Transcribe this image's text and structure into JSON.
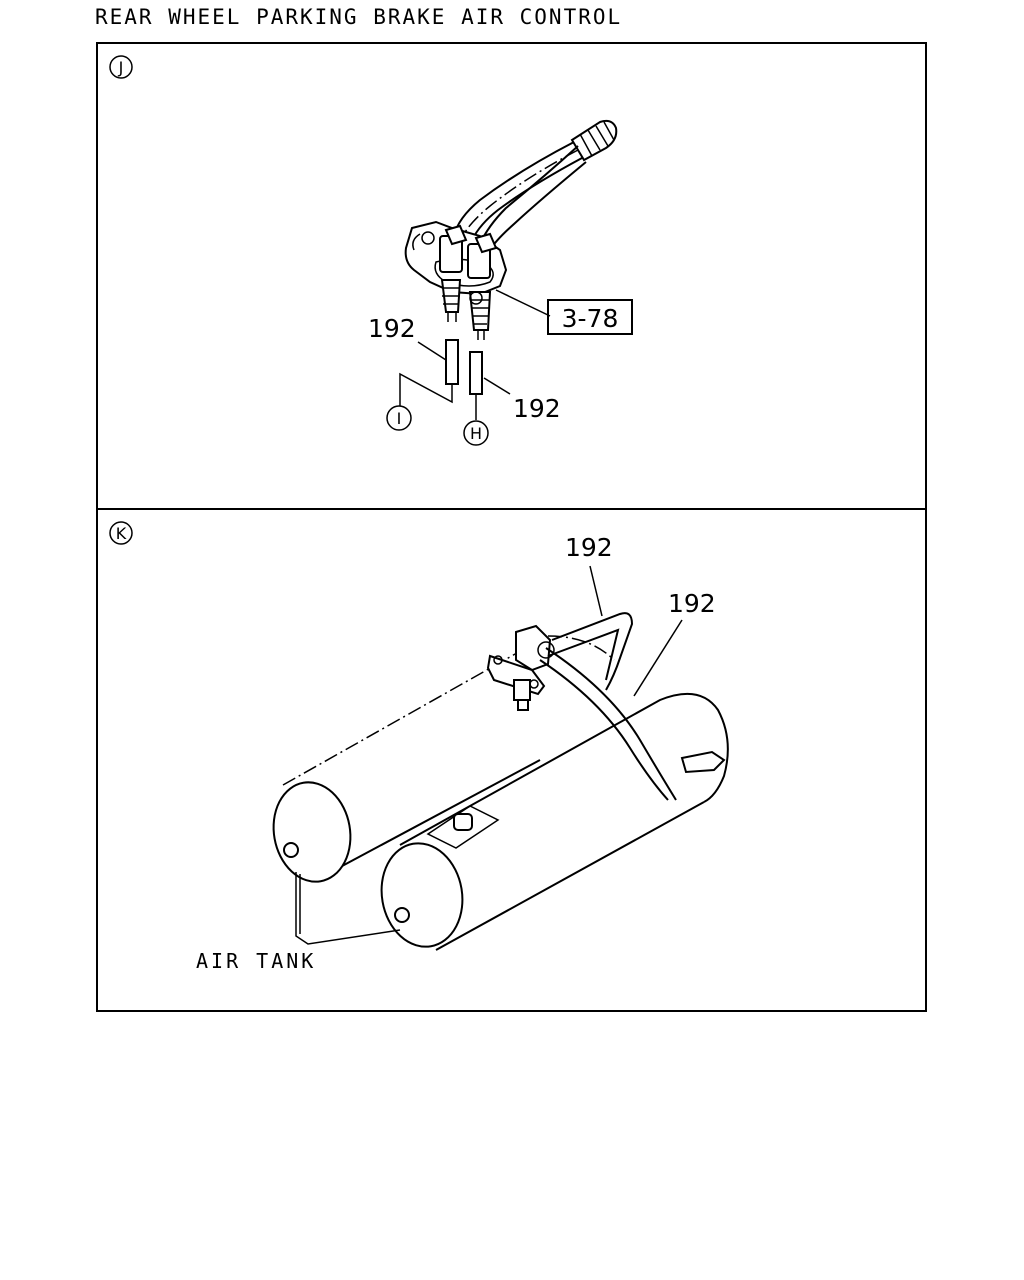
{
  "title": "REAR WHEEL PARKING BRAKE AIR CONTROL",
  "panel_j": {
    "section_marker": "J",
    "ref_box": "3-78",
    "callout_left": "192",
    "callout_right": "192",
    "connector_i": "I",
    "connector_h": "H"
  },
  "panel_k": {
    "section_marker": "K",
    "callout_top": "192",
    "callout_right": "192",
    "tank_label": "AIR TANK"
  }
}
